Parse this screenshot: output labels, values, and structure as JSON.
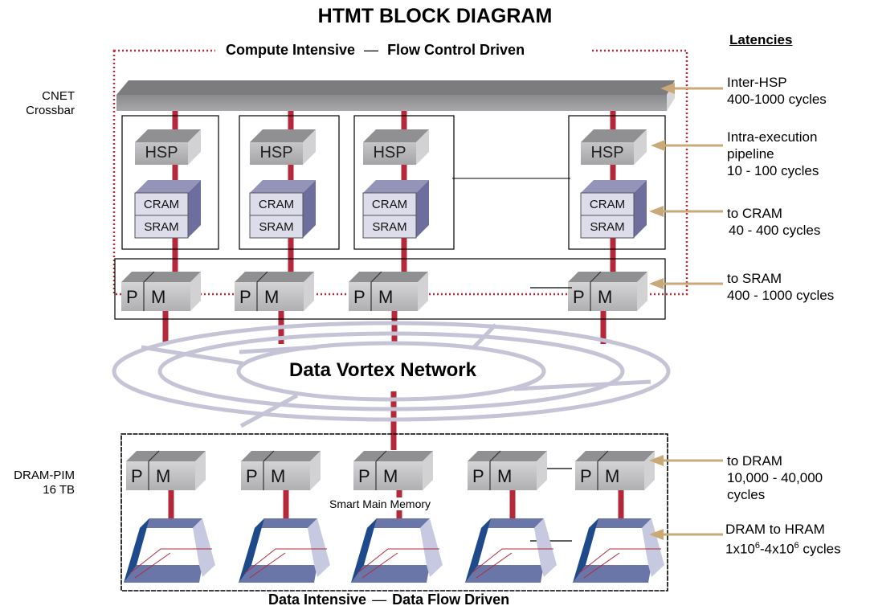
{
  "title": "HTMT BLOCK DIAGRAM",
  "top_section": {
    "label_left": "Compute Intensive",
    "label_sep": "—",
    "label_right": "Flow Control Driven"
  },
  "bottom_section": {
    "label_left": "Data Intensive",
    "label_sep": "—",
    "label_right": "Data Flow Driven"
  },
  "side_labels": {
    "cnet_line1": "CNET",
    "cnet_line2": "Crossbar",
    "dram_line1": "DRAM-PIM",
    "dram_line2": "16 TB"
  },
  "block_labels": {
    "hsp": "HSP",
    "cram": "CRAM",
    "sram": "SRAM",
    "p": "P",
    "m": "M",
    "network": "Data Vortex Network",
    "smart_memory": "Smart Main Memory"
  },
  "latencies": {
    "heading": "Latencies",
    "items": [
      {
        "line1": "Inter-HSP",
        "line2": "400-1000 cycles",
        "line3": ""
      },
      {
        "line1": "Intra-execution",
        "line2": "pipeline",
        "line3": "10 - 100 cycles"
      },
      {
        "line1": "to CRAM",
        "line2": "40 - 400 cycles",
        "line3": ""
      },
      {
        "line1": "to SRAM",
        "line2": "400 - 1000 cycles",
        "line3": ""
      },
      {
        "line1": "to DRAM",
        "line2": "10,000 - 40,000",
        "line3": "cycles"
      },
      {
        "line1": "DRAM to HRAM",
        "line2": "1x10",
        "sup1": "6",
        "line2b": "-4x10",
        "sup2": "6",
        "line3": " cycles"
      }
    ]
  },
  "colors": {
    "connector": "#b5283a",
    "arrow": "#caa877",
    "cube_front": "#b4b4b6",
    "cube_top": "#909092",
    "cube_side": "#d2d2d4",
    "cram_front": "#dcdcea",
    "cram_side": "#6e6e9e",
    "cram_top": "#9494b8",
    "hram_dark": "#1e4a8c",
    "hram_mid": "#6a76a8",
    "hram_light": "#c6c9e0",
    "ring": "#c4c4d6",
    "dotted_box": "#c0273a"
  }
}
